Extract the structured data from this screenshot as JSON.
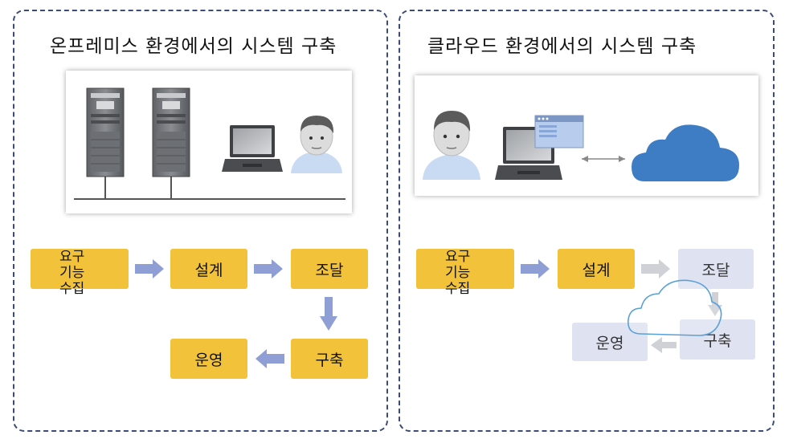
{
  "left_panel": {
    "title": "온프레미스 환경에서의 시스템 구축",
    "flow": {
      "requirements": [
        "요구",
        "기능",
        "수집"
      ],
      "design": "설계",
      "procurement": "조달",
      "build": "구축",
      "operation": "운영"
    }
  },
  "right_panel": {
    "title": "클라우드 환경에서의 시스템 구축",
    "flow": {
      "requirements": [
        "요구",
        "기능",
        "수집"
      ],
      "design": "설계",
      "procurement": "조달",
      "build": "구축",
      "operation": "운영"
    }
  },
  "colors": {
    "panel_border": "#3d4b7a",
    "active_step": "#f2c23a",
    "inactive_step": "#dfe3f1",
    "active_arrow": "#8f9fd6",
    "inactive_arrow": "#cfd1d6",
    "cloud": "#3e7cc4",
    "cloud_outline": "#5aa0d8"
  },
  "icons": {
    "left_scene": [
      "server-tower-icon",
      "server-tower-icon",
      "laptop-icon",
      "person-icon"
    ],
    "right_scene": [
      "person-icon",
      "laptop-icon",
      "browser-window-icon",
      "bidirectional-arrow-icon",
      "cloud-icon"
    ]
  }
}
